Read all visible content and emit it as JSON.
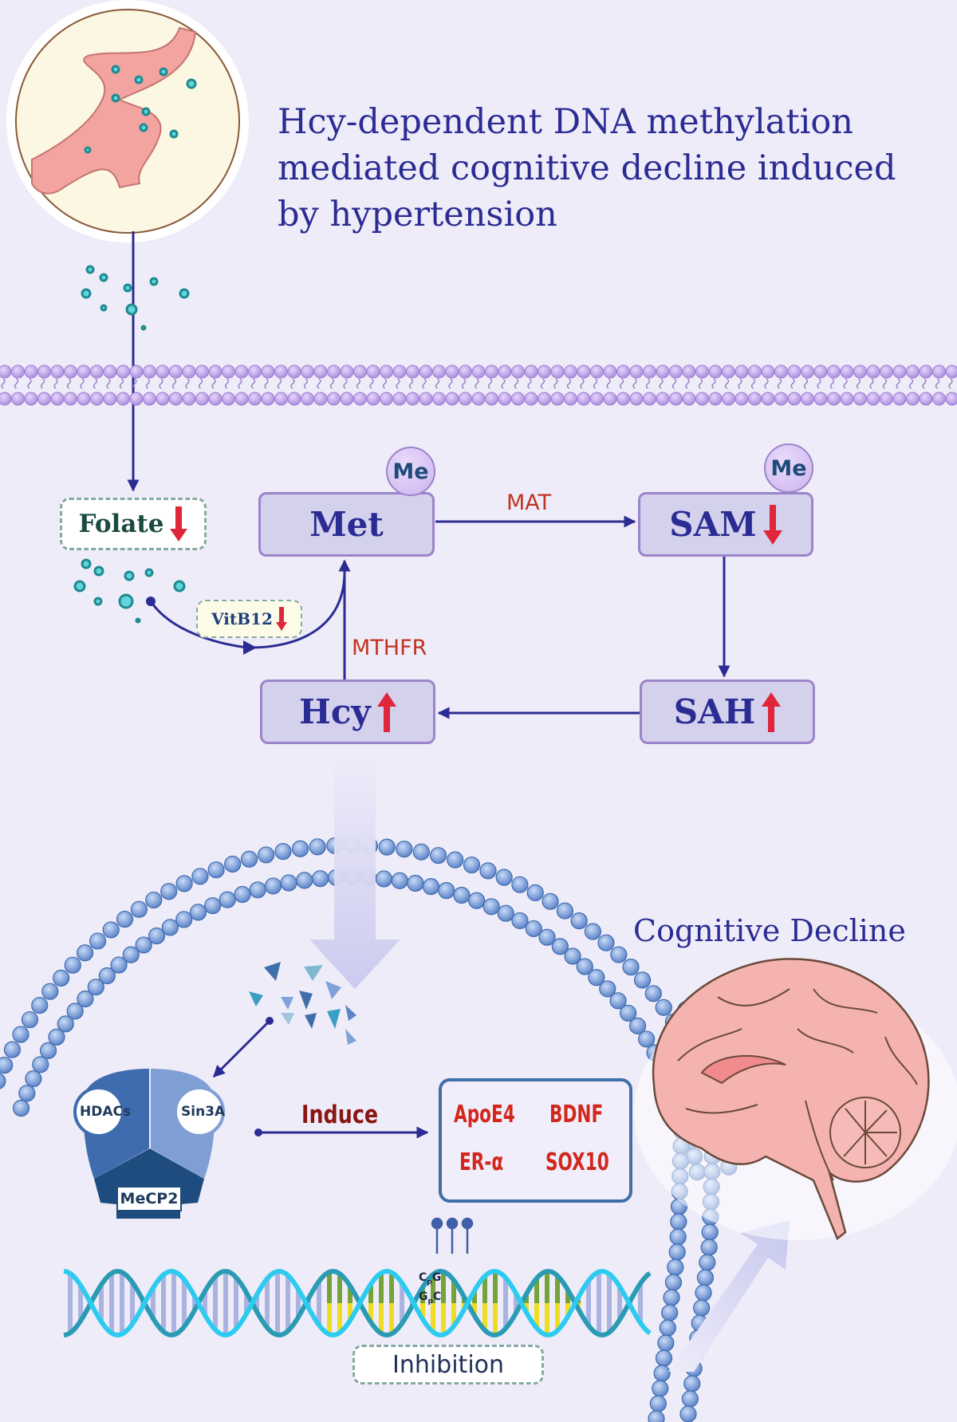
{
  "title": {
    "lines": [
      "Hcy-dependent DNA methylation",
      "mediated cognitive decline induced",
      "by hypertension"
    ]
  },
  "intestine": {
    "icon": "intestine-icon"
  },
  "folate": {
    "label": "Folate",
    "trend": "down"
  },
  "vitb12": {
    "label": "VitB12",
    "trend": "down"
  },
  "cycle": {
    "met": {
      "label": "Met",
      "badge": "Me"
    },
    "sam": {
      "label": "SAM",
      "badge": "Me",
      "trend": "down"
    },
    "sah": {
      "label": "SAH",
      "trend": "up"
    },
    "hcy": {
      "label": "Hcy",
      "trend": "up"
    },
    "enzymes": {
      "mat": "MAT",
      "mthfr": "MTHFR"
    }
  },
  "complex": {
    "hdacs": "HDACs",
    "sin3a": "Sin3A",
    "mecp2": "MeCP2"
  },
  "induce_label": "Induce",
  "genes": [
    "ApoE4",
    "BDNF",
    "ER-α",
    "SOX10"
  ],
  "dna": {
    "top": "CpG",
    "bottom": "GpC",
    "top_parts": [
      "C",
      "p",
      "G"
    ],
    "bottom_parts": [
      "G",
      "p",
      "C"
    ]
  },
  "inhibition_label": "Inhibition",
  "outcome": {
    "label": "Cognitive Decline",
    "icon": "brain-icon"
  },
  "colors": {
    "background": "#efecf9",
    "title_text": "#2b2c93",
    "node_fill": "#d3d1ec",
    "node_border": "#9b84c9",
    "arrow": "#2b2c93",
    "enzyme_text": "#c0341f",
    "trend_red": "#e0263a",
    "gene_text": "#d2281c",
    "membrane_purple": "#b99ae6",
    "membrane_blue": "#6f93d4"
  }
}
